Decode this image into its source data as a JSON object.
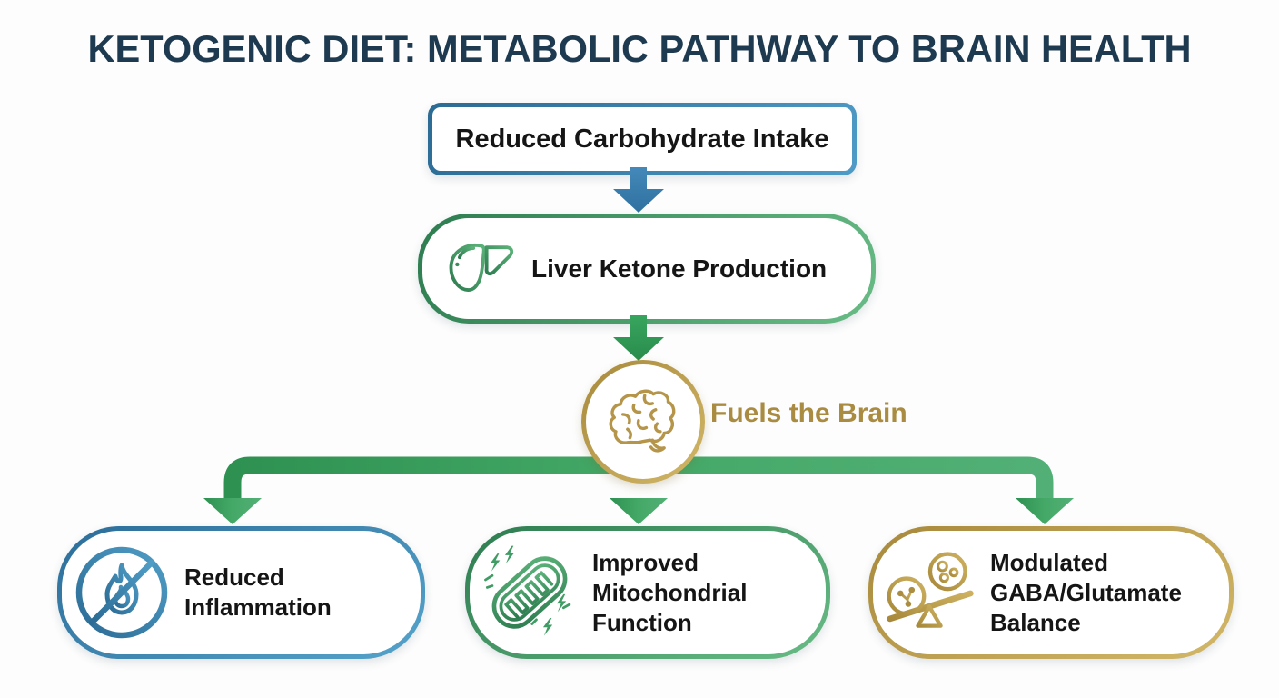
{
  "title": "KETOGENIC DIET: METABOLIC PATHWAY TO BRAIN HEALTH",
  "colors": {
    "title": "#1d3a50",
    "blue_dark": "#2b6a93",
    "blue_light": "#4e9bc7",
    "green_dark": "#2d7c50",
    "green_light": "#69bc86",
    "arrow_blue": "#3a80b1",
    "arrow_green": "#2f9e55",
    "branch_green": "#35a05e",
    "gold_dark": "#a8893b",
    "gold_light": "#d3b869",
    "gold_text": "#a98c42",
    "node_text": "#151515",
    "background": "#fdfdfd"
  },
  "flow": {
    "step1": {
      "label": "Reduced Carbohydrate Intake"
    },
    "step2": {
      "label": "Liver Ketone Production",
      "icon": "liver-icon"
    },
    "hub": {
      "label": "Fuels the Brain",
      "icon": "brain-icon"
    },
    "outcomes": [
      {
        "label": "Reduced Inflammation",
        "lines": [
          "Reduced",
          "Inflammation"
        ],
        "icon": "no-inflammation-icon",
        "theme": "blue"
      },
      {
        "label": "Improved Mitochondrial Function",
        "lines": [
          "Improved",
          "Mitochondrial",
          "Function"
        ],
        "icon": "mitochondria-icon",
        "theme": "green"
      },
      {
        "label": "Modulated GABA/Glutamate Balance",
        "lines": [
          "Modulated",
          "GABA/Glutamate",
          "Balance"
        ],
        "icon": "balance-icon",
        "theme": "gold"
      }
    ]
  }
}
